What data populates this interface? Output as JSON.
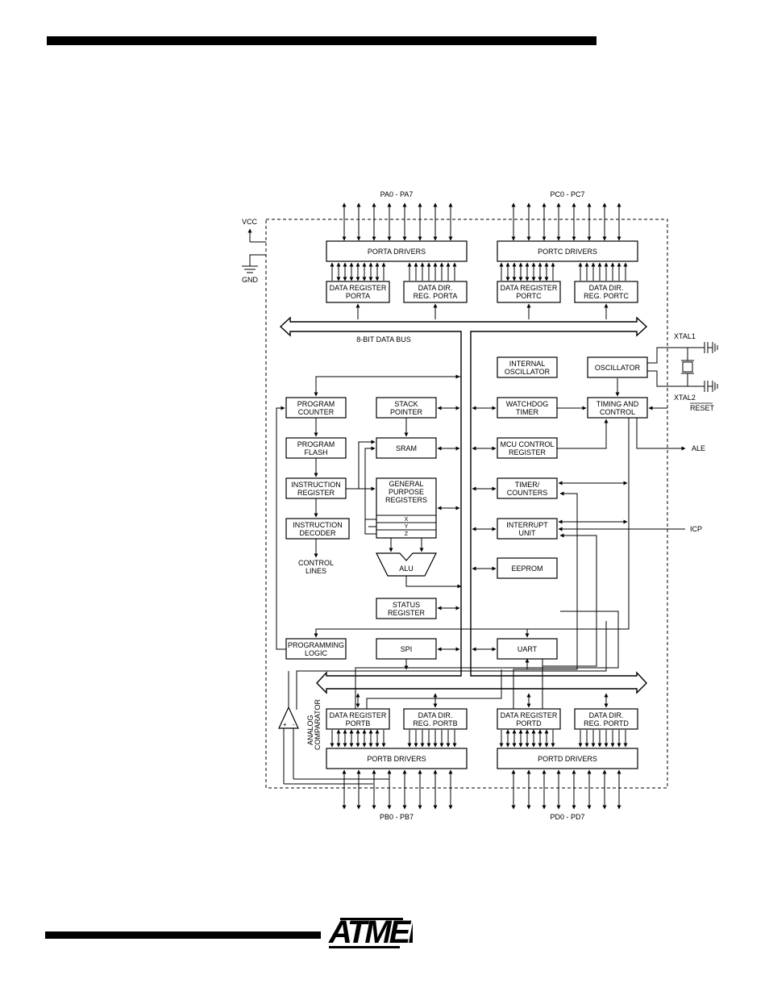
{
  "pins": {
    "porta": "PA0 - PA7",
    "portc": "PC0 - PC7",
    "portb": "PB0 - PB7",
    "portd": "PD0 - PD7",
    "vcc": "VCC",
    "gnd": "GND",
    "xtal1": "XTAL1",
    "xtal2": "XTAL2",
    "reset": "RESET",
    "ale": "ALE",
    "icp": "ICP"
  },
  "bus": {
    "label": "8-BIT DATA BUS"
  },
  "blocks": {
    "porta_drivers": "PORTA DRIVERS",
    "portc_drivers": "PORTC DRIVERS",
    "portb_drivers": "PORTB DRIVERS",
    "portd_drivers": "PORTD DRIVERS",
    "dr_porta": [
      "DATA REGISTER",
      "PORTA"
    ],
    "ddr_porta": [
      "DATA DIR.",
      "REG. PORTA"
    ],
    "dr_portc": [
      "DATA REGISTER",
      "PORTC"
    ],
    "ddr_portc": [
      "DATA DIR.",
      "REG. PORTC"
    ],
    "dr_portb": [
      "DATA REGISTER",
      "PORTB"
    ],
    "ddr_portb": [
      "DATA DIR.",
      "REG. PORTB"
    ],
    "dr_portd": [
      "DATA REGISTER",
      "PORTD"
    ],
    "ddr_portd": [
      "DATA DIR.",
      "REG. PORTD"
    ],
    "internal_osc": [
      "INTERNAL",
      "OSCILLATOR"
    ],
    "oscillator": "OSCILLATOR",
    "program_counter": [
      "PROGRAM",
      "COUNTER"
    ],
    "stack_pointer": [
      "STACK",
      "POINTER"
    ],
    "watchdog": [
      "WATCHDOG",
      "TIMER"
    ],
    "timing": [
      "TIMING AND",
      "CONTROL"
    ],
    "program_flash": [
      "PROGRAM",
      "FLASH"
    ],
    "sram": "SRAM",
    "mcu_control": [
      "MCU CONTROL",
      "REGISTER"
    ],
    "instruction_register": [
      "INSTRUCTION",
      "REGISTER"
    ],
    "gp_registers": [
      "GENERAL",
      "PURPOSE",
      "REGISTERS"
    ],
    "reg_x": "X",
    "reg_y": "Y",
    "reg_z": "Z",
    "timer": [
      "TIMER/",
      "COUNTERS"
    ],
    "instruction_decoder": [
      "INSTRUCTION",
      "DECODER"
    ],
    "interrupt": [
      "INTERRUPT",
      "UNIT"
    ],
    "control_lines": [
      "CONTROL",
      "LINES"
    ],
    "alu": "ALU",
    "eeprom": "EEPROM",
    "status": [
      "STATUS",
      "REGISTER"
    ],
    "programming_logic": [
      "PROGRAMMING",
      "LOGIC"
    ],
    "spi": "SPI",
    "uart": "UART",
    "analog_comparator": [
      "ANALOG",
      "COMPARATOR"
    ],
    "comp_plus": "+",
    "comp_minus": "-"
  },
  "logo": {
    "text": "ATMEL"
  }
}
